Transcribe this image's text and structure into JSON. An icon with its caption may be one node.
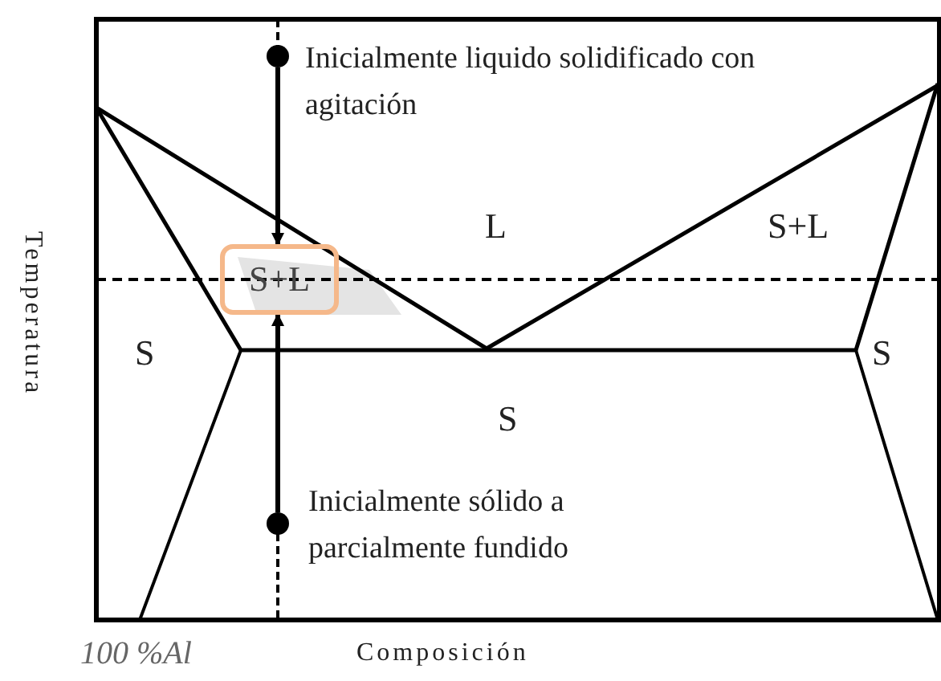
{
  "diagram": {
    "nodes": [
      {
        "text": [],
        "shape": "circle",
        "beside": [
          "Inicialmente liquido solidificado con agitación"
        ]
      },
      {
        "text": [
          "S+L"
        ]
      },
      {
        "text": [],
        "shape": "circle",
        "beside": [
          "Inicialmente sólido a parcialmente fundido"
        ]
      }
    ],
    "edges": [
      {
        "from": 0,
        "to": 1,
        "arrow": "to"
      },
      {
        "from": 2,
        "to": 1,
        "arrow": "to"
      }
    ],
    "labels": [
      "L",
      "S+L",
      "S",
      "S",
      "S",
      "Temperatura",
      "100 %Al",
      "Composición"
    ]
  }
}
